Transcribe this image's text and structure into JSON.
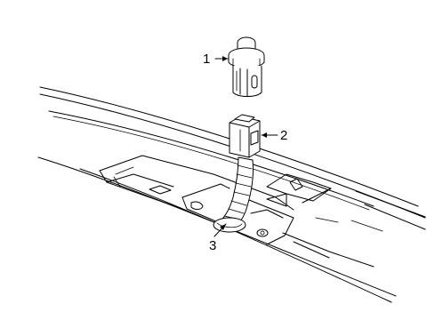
{
  "callouts": [
    {
      "id": "1",
      "label": "1",
      "part": "switch"
    },
    {
      "id": "2",
      "label": "2",
      "part": "connector"
    },
    {
      "id": "3",
      "label": "3",
      "part": "wire-harness"
    }
  ],
  "colors": {
    "line": "#000000",
    "background": "#ffffff"
  }
}
